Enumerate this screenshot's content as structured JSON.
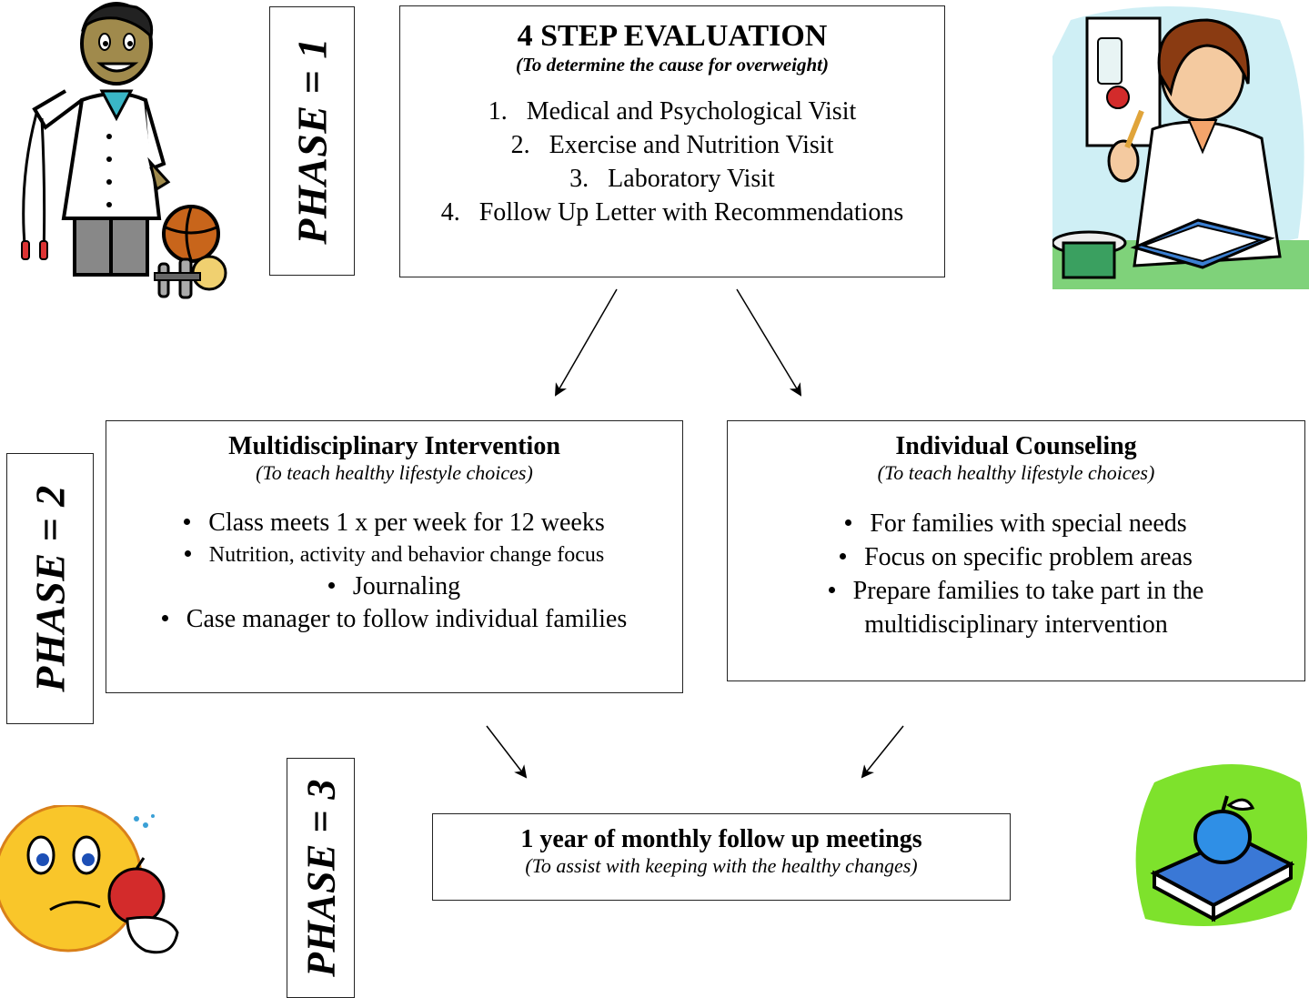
{
  "phase1": {
    "label": "PHASE = 1",
    "title": "4 STEP EVALUATION",
    "subtitle": "(To determine the cause for overweight)",
    "steps": [
      "1.   Medical and Psychological Visit",
      "2.   Exercise and Nutrition Visit",
      "3.   Laboratory Visit",
      "4.   Follow Up Letter with Recommendations"
    ]
  },
  "phase2": {
    "label": "PHASE = 2",
    "left": {
      "title": "Multidisciplinary Intervention",
      "subtitle": "(To teach healthy lifestyle choices)",
      "items": [
        "Class meets 1 x per week for 12 weeks",
        "Nutrition, activity and behavior change focus",
        "Journaling",
        "Case manager to follow individual families"
      ]
    },
    "right": {
      "title": "Individual Counseling",
      "subtitle": "(To teach healthy lifestyle choices)",
      "items": [
        "For families with special needs",
        "Focus on specific problem areas",
        "Prepare families to take part in the",
        "multidisciplinary intervention"
      ]
    }
  },
  "phase3": {
    "label": "PHASE = 3",
    "title": "1 year of monthly follow up meetings",
    "subtitle": "(To assist with keeping with the healthy changes)"
  },
  "icons": [
    "doctor-with-jump-rope-icon",
    "nutritionist-reading-icon",
    "smiley-eating-apple-icon",
    "apple-on-book-icon"
  ]
}
